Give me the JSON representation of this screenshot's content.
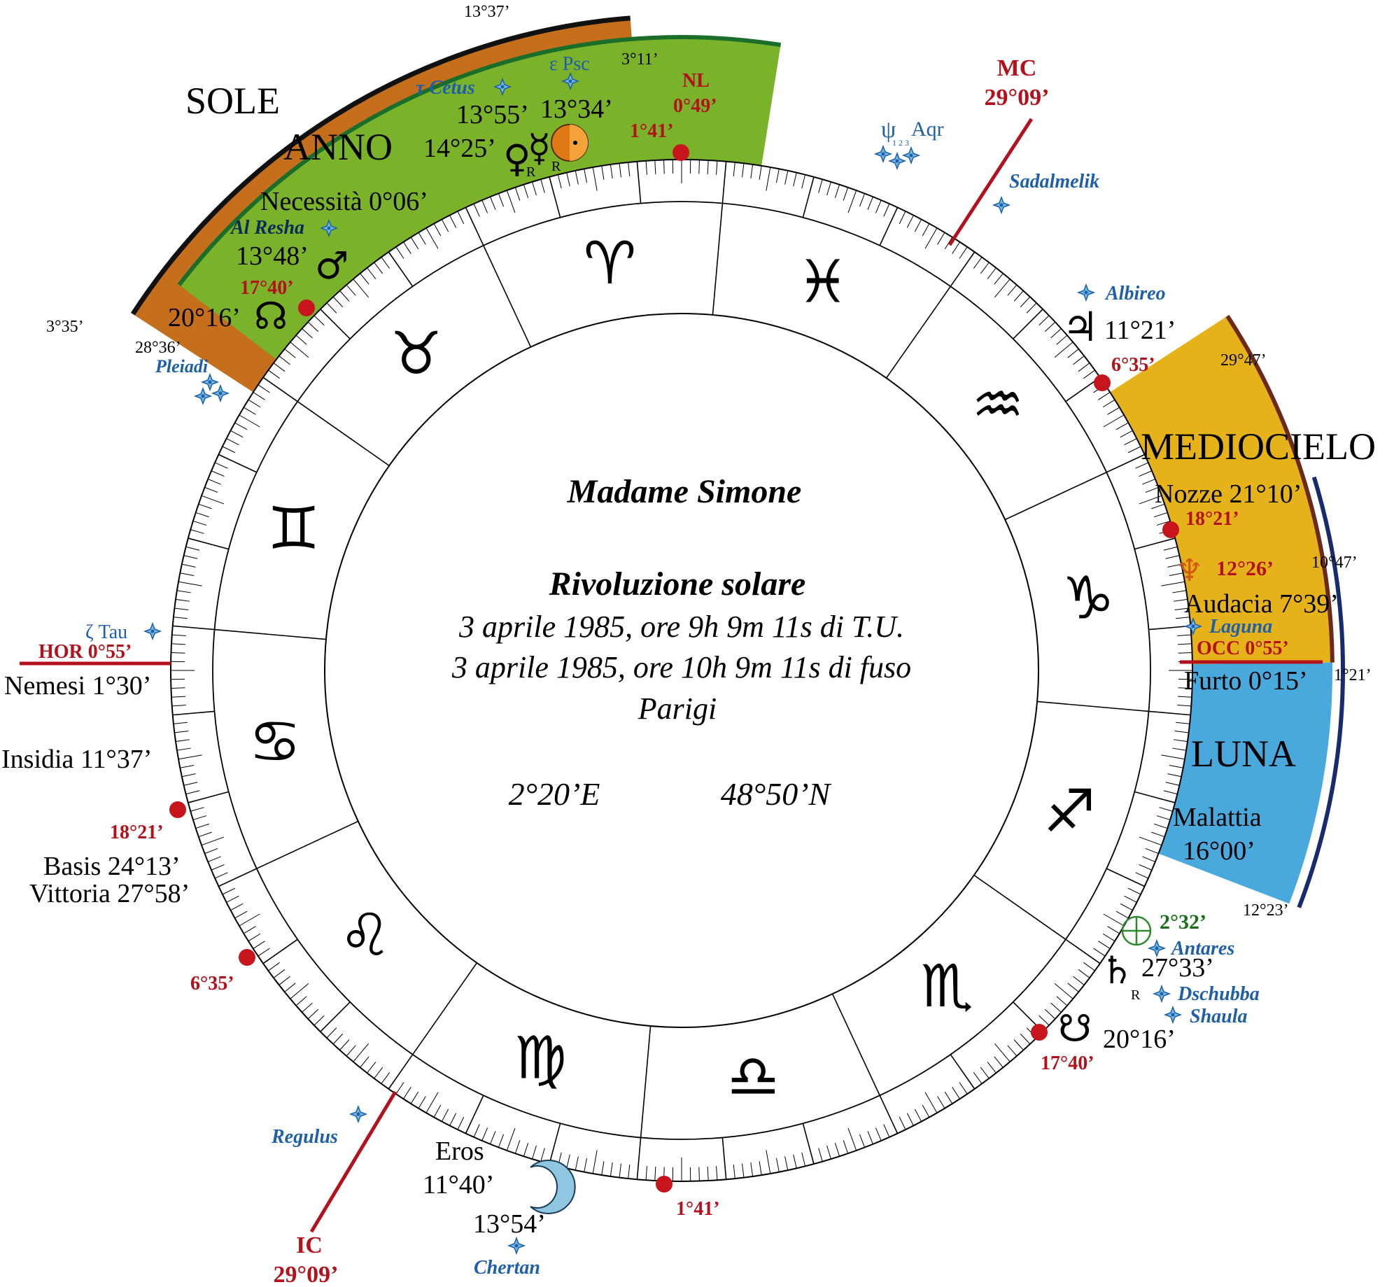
{
  "center": {
    "name": "Madame Simone",
    "subtitle": "Rivoluzione solare",
    "line1": "3 aprile 1985, ore 9h 9m 11s di T.U.",
    "line2": "3 aprile 1985, ore 10h 9m 11s di fuso",
    "place": "Parigi",
    "longitude": "2°20’E",
    "latitude": "48°50’N"
  },
  "colors": {
    "orange": "#c56f1c",
    "green": "#7ab22a",
    "yellow": "#e6b21a",
    "blue": "#4aa9dc",
    "red": "#b3121c",
    "star": "#1f5fa8",
    "navy": "#1a2a6e",
    "brown": "#6b2a1a",
    "dark_green": "#1a6e1a"
  },
  "signs": [
    {
      "name": "aries",
      "glyph": "♈"
    },
    {
      "name": "pisces",
      "glyph": "♓"
    },
    {
      "name": "aquarius",
      "glyph": "♒"
    },
    {
      "name": "capricorn",
      "glyph": "♑"
    },
    {
      "name": "sagittarius",
      "glyph": "♐"
    },
    {
      "name": "scorpio",
      "glyph": "♏"
    },
    {
      "name": "libra",
      "glyph": "♎"
    },
    {
      "name": "virgo",
      "glyph": "♍"
    },
    {
      "name": "leo",
      "glyph": "♌"
    },
    {
      "name": "cancer",
      "glyph": "♋"
    },
    {
      "name": "gemini",
      "glyph": "♊"
    },
    {
      "name": "taurus",
      "glyph": "♉"
    }
  ],
  "sectors": {
    "sole": "SOLE",
    "anno": "ANNO",
    "mediocielo": "MEDIOCIELO",
    "luna": "LUNA",
    "sole_start": "3°35’",
    "sole_end": "13°37’",
    "anno_start": "28°36’",
    "anno_end": "3°11’",
    "medio_start": "29°47’",
    "medio_end": "10°47’",
    "luna_start": "1°21’",
    "luna_end": "12°23’"
  },
  "angles": {
    "mc_label": "MC",
    "mc_value": "29°09’",
    "ic_label": "IC",
    "ic_value": "29°09’",
    "hor": "HOR 0°55’",
    "occ": "OCC 0°55’"
  },
  "planets": {
    "venus": {
      "glyph": "♀",
      "value": "14°25’",
      "retro": "R"
    },
    "mercury": {
      "glyph": "☿",
      "value": "13°55’",
      "retro": "R"
    },
    "sun": {
      "glyph": "☉",
      "value": "13°34’"
    },
    "mars": {
      "glyph": "♂",
      "value": "13°48’"
    },
    "north_node": {
      "glyph": "☊",
      "value": "20°16’"
    },
    "jupiter": {
      "glyph": "♃",
      "value": "11°21’"
    },
    "neptune_moon": {
      "glyph": "♆",
      "value": "12°26’"
    },
    "saturn": {
      "glyph": "♄",
      "value": "27°33’",
      "retro": "R"
    },
    "south_node": {
      "glyph": "☋",
      "value": "20°16’"
    },
    "moon": {
      "glyph": "☾",
      "value": "11°40’"
    },
    "earth": {
      "glyph": "⊕",
      "value": "2°32’"
    }
  },
  "parts": {
    "necessita": "Necessità 0°06’",
    "nozze": "Nozze 21°10’",
    "audacia": "Audacia 7°39’",
    "furto": "Furto 0°15’",
    "malattia": "Malattia",
    "malattia_value": "16°00’",
    "nemesi": "Nemesi 1°30’",
    "insidia": "Insidia 11°37’",
    "basis": "Basis 24°13’",
    "vittoria": "Vittoria 27°58’",
    "eros": "Eros",
    "eros_value": "13°54’"
  },
  "stars": {
    "cetus": "τ Cetus",
    "eps_psc": "ε Psc",
    "al_resha": "Al Resha",
    "pleiadi": "Pleiadi",
    "psi_aqr_psi": "ψ",
    "psi_aqr_sub": "1 2 3",
    "psi_aqr": "Aqr",
    "sadalmelik": "Sadalmelik",
    "albireo": "Albireo",
    "zeta_tau": "ζ Tau",
    "laguna": "Laguna",
    "antares": "Antares",
    "dschubba": "Dschubba",
    "shaula": "Shaula",
    "regulus": "Regulus",
    "chertan": "Chertan"
  },
  "red_points": {
    "nl": "NL",
    "nl_value": "0°49’",
    "top": "1°41’",
    "bottom": "1°41’",
    "upper_right": "6°35’",
    "lower_left": "6°35’",
    "upper_left": "17°40’",
    "lower_right": "17°40’",
    "right": "18°21’",
    "left": "18°21’"
  }
}
